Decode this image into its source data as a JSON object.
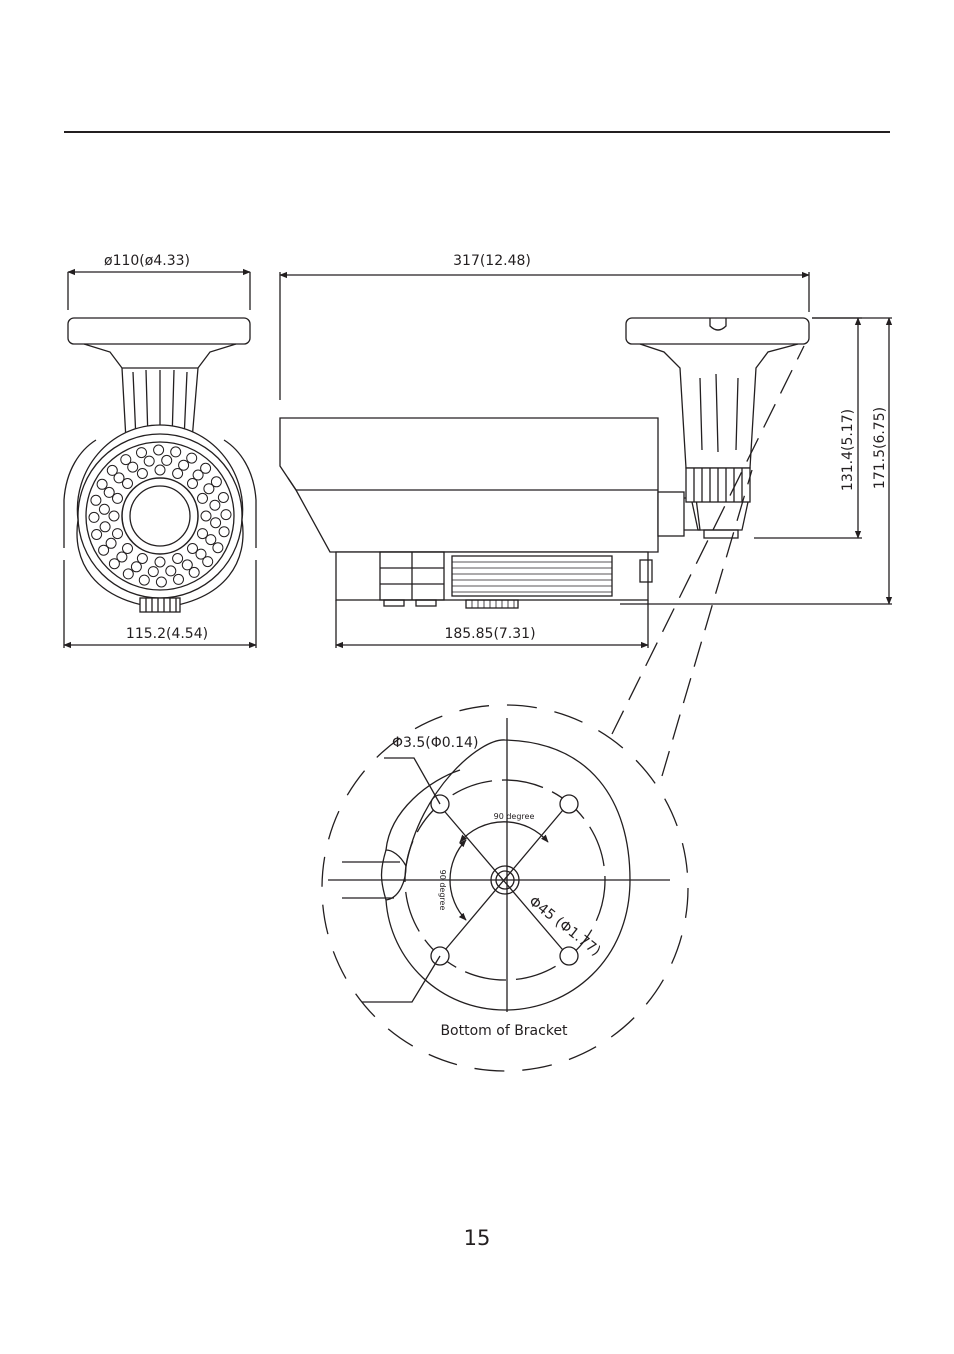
{
  "dimensions": {
    "top_diameter": "ø110(ø4.33)",
    "total_length": "317(12.48)",
    "front_width": "115.2(4.54)",
    "body_length": "185.85(7.31)",
    "bracket_height": "131.4(5.17)",
    "total_height": "171.5(6.75)",
    "hole_diameter": "Φ3.5(Φ0.14)",
    "pcd_diameter": "Φ45 (Φ1.77)",
    "angle_1": "90 degree",
    "angle_2": "90 degree"
  },
  "detail_caption": "Bottom of Bracket",
  "page_number": "15"
}
